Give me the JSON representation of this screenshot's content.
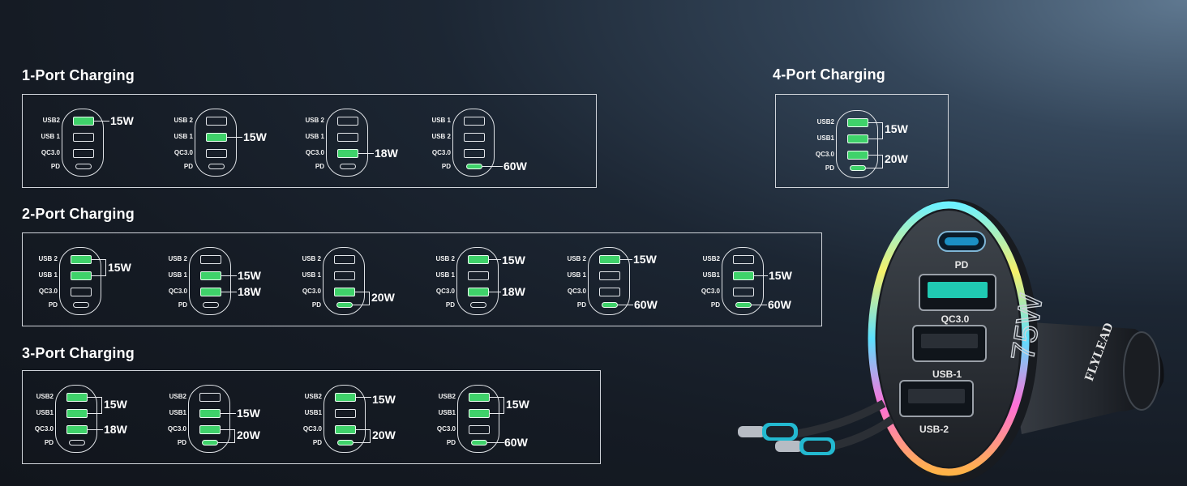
{
  "labels": {
    "usb2": "USB2",
    "usb_2": "USB 2",
    "usb1": "USB1",
    "usb_1": "USB 1",
    "qc": "QC3.0",
    "pd": "PD"
  },
  "sections": {
    "one": "1-Port Charging",
    "two": "2-Port Charging",
    "three": "3-Port Charging",
    "four": "4-Port Charging"
  },
  "watts": {
    "one": [
      "15W",
      "15W",
      "18W",
      "60W"
    ],
    "two": [
      "15W",
      "15W",
      "18W",
      "20W",
      "15W",
      "18W",
      "15W",
      "60W",
      "15W",
      "60W"
    ],
    "three": [
      "15W",
      "18W",
      "15W",
      "20W",
      "15W",
      "20W",
      "15W",
      "60W"
    ],
    "four": [
      "15W",
      "20W"
    ]
  },
  "product": {
    "brand": "FLYLEAD",
    "power": "75W",
    "ports": [
      "PD",
      "QC3.0",
      "USB-1",
      "USB-2"
    ]
  },
  "colors": {
    "active_port": "#3fd26a",
    "background": "#151b24"
  }
}
